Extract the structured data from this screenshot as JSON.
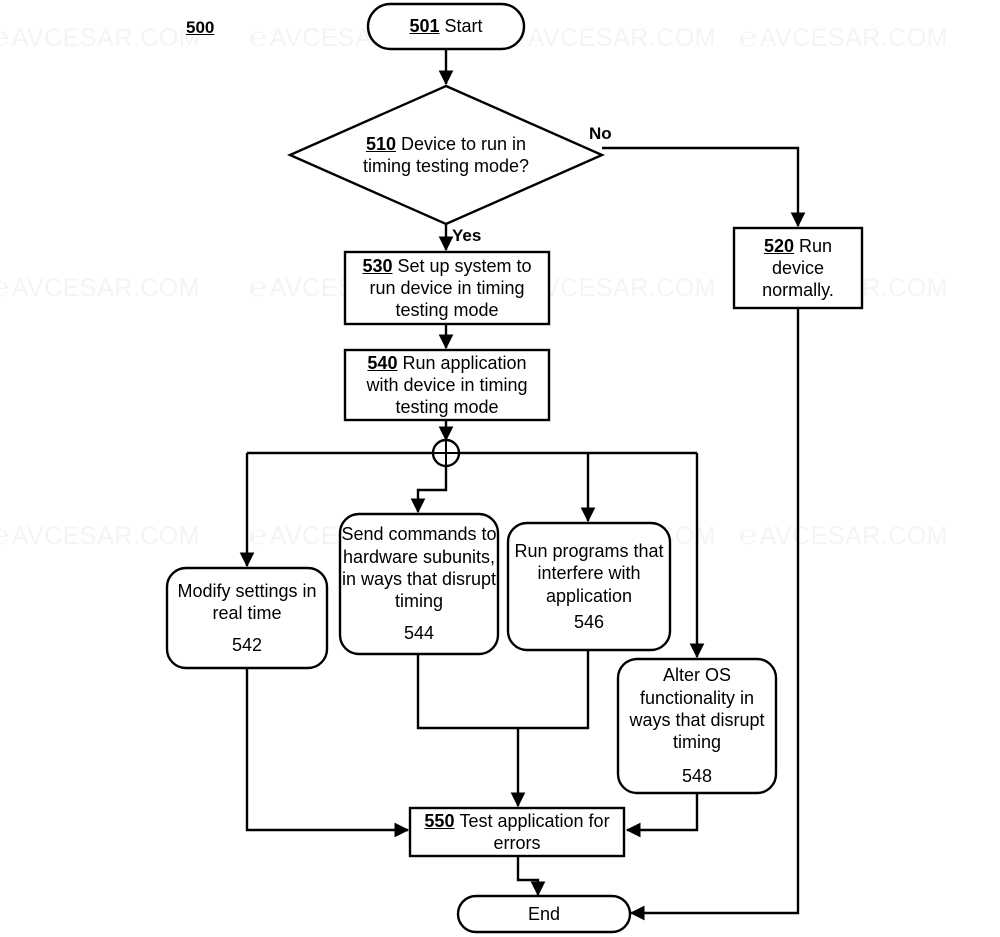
{
  "figure": {
    "label": "500",
    "watermark_text": "AVCESAR.COM",
    "watermark_logo": "avcesar-logo-icon"
  },
  "nodes": {
    "start": {
      "ref": "501",
      "text": "Start",
      "shape": "terminator"
    },
    "decision": {
      "ref": "510",
      "text": "Device to run in timing testing mode?",
      "shape": "diamond"
    },
    "run_normally": {
      "ref": "520",
      "text": "Run device normally.",
      "shape": "rect"
    },
    "setup": {
      "ref": "530",
      "text": "Set up system to run device in timing testing mode",
      "shape": "rect"
    },
    "run_app": {
      "ref": "540",
      "text": "Run application with device in timing testing mode",
      "shape": "rect"
    },
    "modify": {
      "ref": "542",
      "text": "Modify settings in real time",
      "shape": "rounded"
    },
    "commands": {
      "ref": "544",
      "text": "Send commands to hardware subunits, in ways that disrupt timing",
      "shape": "rounded"
    },
    "programs": {
      "ref": "546",
      "text": "Run programs that interfere with application",
      "shape": "rounded"
    },
    "alter_os": {
      "ref": "548",
      "text": "Alter OS functionality in ways that disrupt timing",
      "shape": "rounded"
    },
    "test": {
      "ref": "550",
      "text": "Test application for errors",
      "shape": "rect"
    },
    "end": {
      "ref": "",
      "text": "End",
      "shape": "terminator"
    },
    "junction": {
      "ref": "",
      "text": "",
      "shape": "circle-cross"
    }
  },
  "edges": {
    "yes_label": "Yes",
    "no_label": "No"
  },
  "colors": {
    "stroke": "#000000",
    "background": "#ffffff",
    "watermark": "#f4f4f4"
  }
}
